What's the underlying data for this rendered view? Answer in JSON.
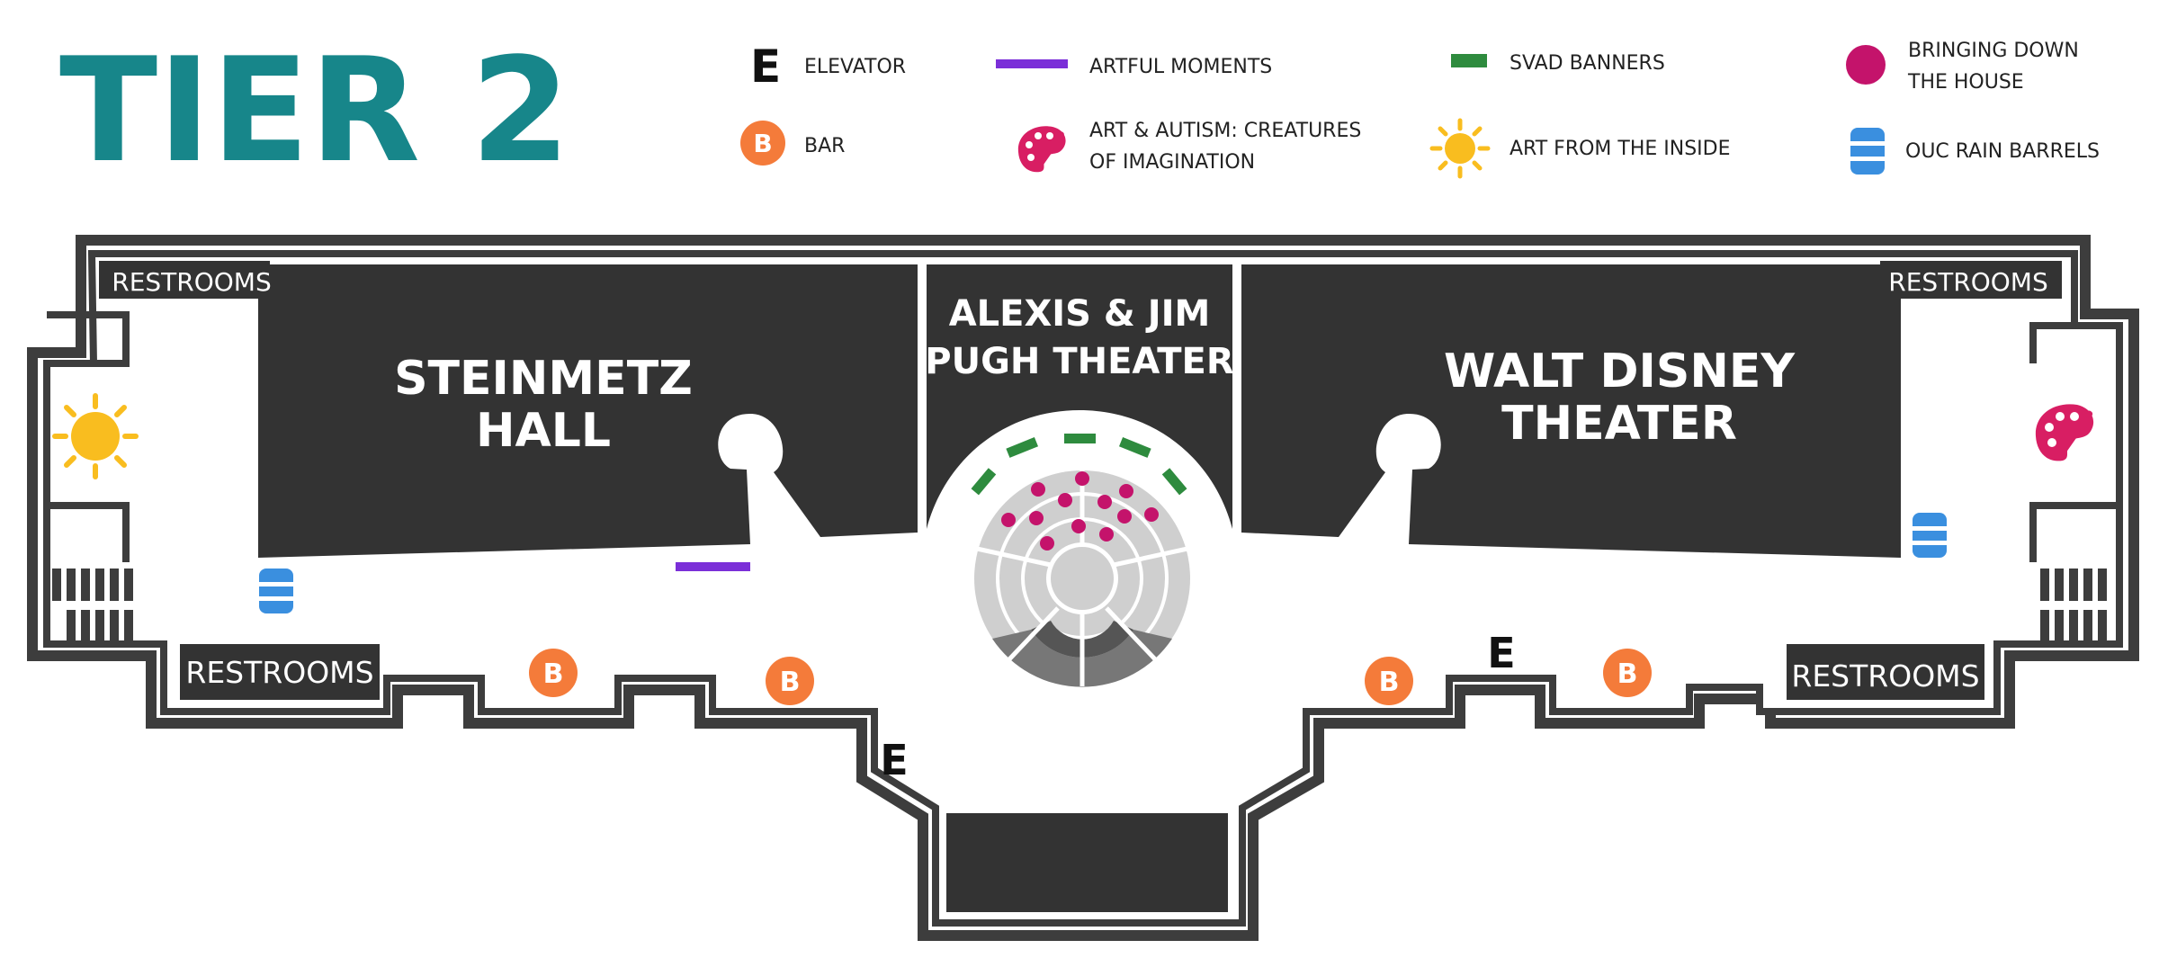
{
  "title": "TIER 2",
  "colors": {
    "title": "#17868a",
    "wall": "#3d3d3d",
    "room": "#333333",
    "artful_moments": "#7b2fd8",
    "svad_banners": "#2e8b3e",
    "bringing_down_the_house": "#c4136b",
    "art_from_inside": "#f9bd1f",
    "ouc_rain_barrels": "#3a8fdf",
    "bar": "#f47b3a",
    "autism_palette": "#d81e63"
  },
  "legend": {
    "elevator": {
      "symbol": "E",
      "label": "ELEVATOR",
      "icon": "elevator-letter"
    },
    "bar": {
      "symbol": "B",
      "label": "BAR",
      "icon": "bar-circle"
    },
    "artful": {
      "label": "ARTFUL MOMENTS",
      "icon": "purple-line"
    },
    "autism": {
      "label_1": "ART & AUTISM: CREATURES",
      "label_2": "OF IMAGINATION",
      "icon": "palette-icon"
    },
    "svad": {
      "label": "SVAD BANNERS",
      "icon": "green-dash"
    },
    "inside": {
      "label": "ART FROM THE INSIDE",
      "icon": "sun-icon"
    },
    "bringing": {
      "label_1": "BRINGING DOWN",
      "label_2": "THE HOUSE",
      "icon": "magenta-dot"
    },
    "barrels": {
      "label": "OUC RAIN BARRELS",
      "icon": "barrel-icon"
    }
  },
  "rooms": {
    "steinmetz_1": "STEINMETZ",
    "steinmetz_2": "HALL",
    "pugh_1": "ALEXIS & JIM",
    "pugh_2": "PUGH THEATER",
    "disney_1": "WALT DISNEY",
    "disney_2": "THEATER"
  },
  "restrooms": {
    "top_left": "RESTROOMS",
    "top_right": "RESTROOMS",
    "bottom_left": "RESTROOMS",
    "bottom_right": "RESTROOMS"
  },
  "elevator_letter": "E",
  "bar_letter": "B"
}
